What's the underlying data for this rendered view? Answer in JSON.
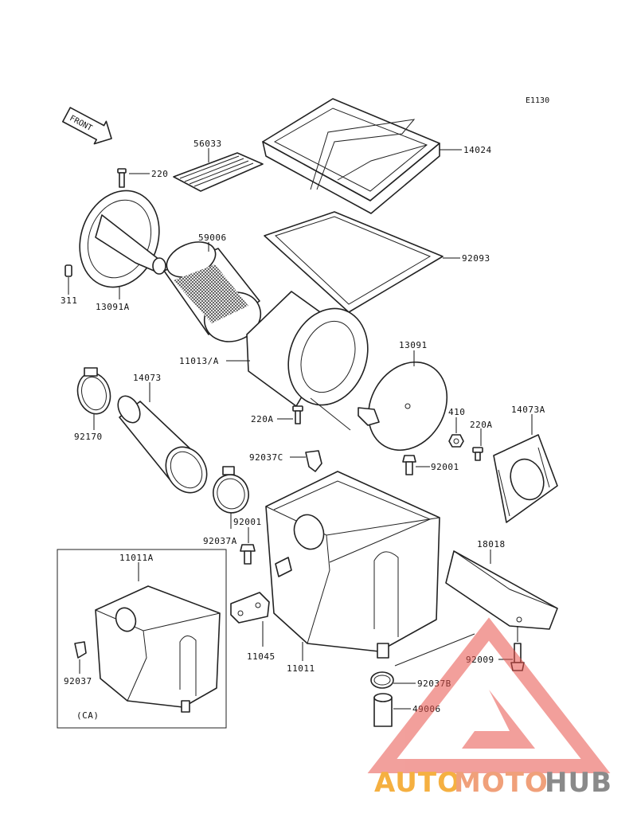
{
  "diagram_code": "E1130",
  "front_arrow_label": "FRONT",
  "variant_box_label": "(CA)",
  "parts": {
    "p56033": "56033",
    "p14024": "14024",
    "p220": "220",
    "p59006": "59006",
    "p92093": "92093",
    "p311": "311",
    "p13091A": "13091A",
    "p11013A": "11013/A",
    "p13091": "13091",
    "p14073": "14073",
    "p92170": "92170",
    "p220A_1": "220A",
    "p410": "410",
    "p220A_2": "220A",
    "p14073A": "14073A",
    "p92037C": "92037C",
    "p92001_1": "92001",
    "p92001_2": "92001",
    "p92037A": "92037A",
    "p18018": "18018",
    "p11011A": "11011A",
    "p92037": "92037",
    "p11045": "11045",
    "p11011": "11011",
    "p92009": "92009",
    "p92037B": "92037B",
    "p49006": "49006"
  },
  "watermark": {
    "part1": "AUTO",
    "part2": "MOTO",
    "part3": "HUB",
    "color1": "#f5b041",
    "color2": "#f0a07a",
    "color3": "#8a8a8a",
    "logo_color": "#e8524a"
  }
}
